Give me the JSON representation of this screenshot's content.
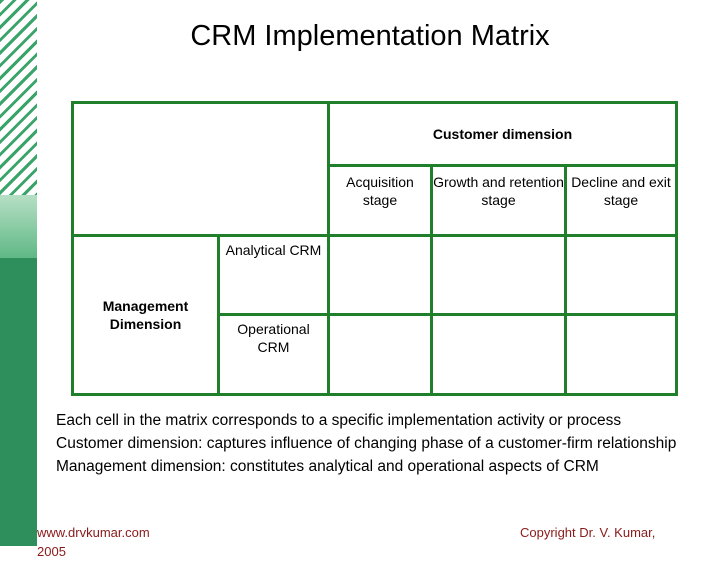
{
  "slide": {
    "title": "CRM Implementation Matrix"
  },
  "matrix": {
    "customer_dimension": "Customer dimension",
    "stages": [
      "Acquisition stage",
      "Growth and retention stage",
      "Decline and exit stage"
    ],
    "management_dimension_line1": "Management",
    "management_dimension_line2": "Dimension",
    "management_rows": [
      "Analytical CRM",
      "Operational CRM"
    ],
    "border_color": "#1f7f2a"
  },
  "notes": [
    "Each cell in the matrix corresponds to a specific implementation activity or process",
    "Customer dimension: captures influence of changing phase of a customer-firm relationship",
    "Management dimension: constitutes analytical and operational aspects of CRM"
  ],
  "footer": {
    "website": "www.drvkumar.com 2005",
    "copyright": "Copyright Dr. V. Kumar,"
  },
  "colors": {
    "band_green": "#2e8f5c",
    "footer_text": "#8a1a1a"
  }
}
